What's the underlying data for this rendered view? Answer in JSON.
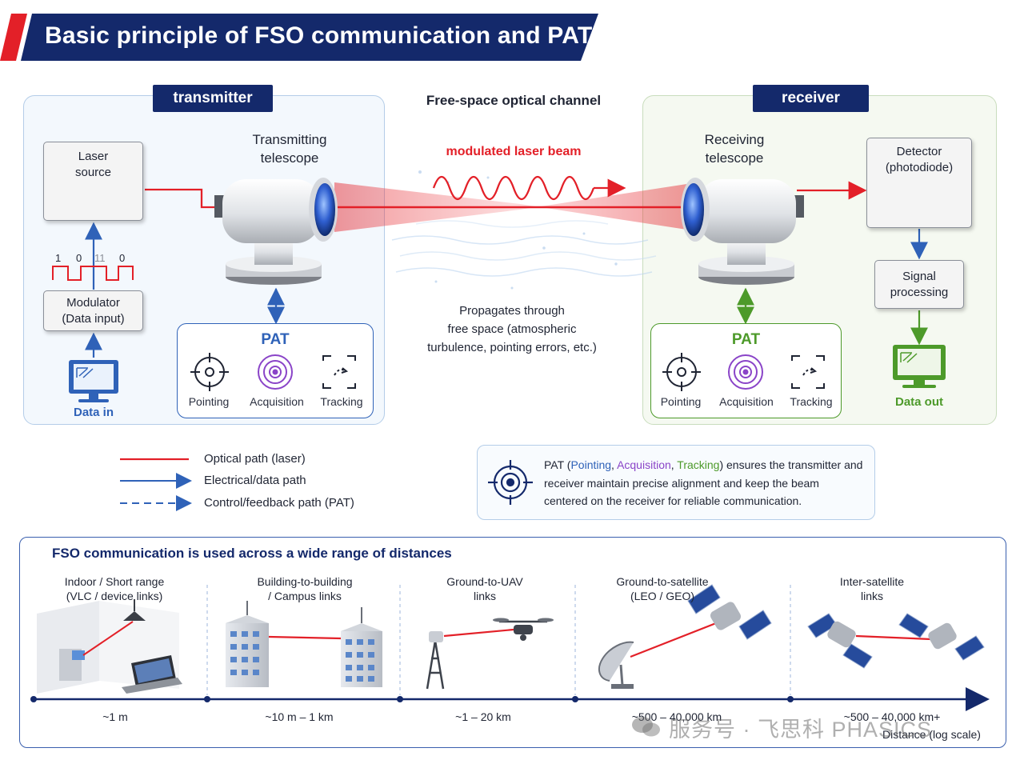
{
  "title": "Basic principle of FSO communication and PAT",
  "transmitter": {
    "tag": "transmitter",
    "laser_source": "Laser\nsource",
    "modulator": "Modulator\n(Data input)",
    "bits": [
      "1",
      "0",
      "11",
      "0"
    ],
    "data_in": "Data in",
    "telescope_label": "Transmitting\ntelescope",
    "pat": {
      "title": "PAT",
      "items": [
        "Pointing",
        "Acquisition",
        "Tracking"
      ]
    }
  },
  "channel": {
    "title": "Free-space optical channel",
    "beam_label": "modulated laser beam",
    "description": "Propagates through\nfree space (atmospheric\nturbulence, pointing errors, etc.)"
  },
  "receiver": {
    "tag": "receiver",
    "telescope_label": "Receiving\ntelescope",
    "detector": "Detector\n(photodiode)",
    "signal_processing": "Signal\nprocessing",
    "data_out": "Data out",
    "pat": {
      "title": "PAT",
      "items": [
        "Pointing",
        "Acquisition",
        "Tracking"
      ]
    }
  },
  "legend": [
    {
      "label": "Optical path (laser)",
      "color": "#e32028",
      "style": "solid"
    },
    {
      "label": "Electrical/data path",
      "color": "#2f62b8",
      "style": "arrow"
    },
    {
      "label": "Control/feedback path (PAT)",
      "color": "#2f62b8",
      "style": "dashed"
    }
  ],
  "pat_note": {
    "lead": "PAT (",
    "pointing": "Pointing",
    "sep1": ", ",
    "acquisition": "Acquisition",
    "sep2": ", ",
    "tracking": "Tracking",
    "rest": ") ensures the transmitter and receiver maintain precise alignment and keep the beam centered on the receiver for reliable communication."
  },
  "distances": {
    "heading": "FSO communication is used across a wide range of distances",
    "scenarios": [
      {
        "title": "Indoor / Short range\n(VLC / device links)",
        "distance": "~1 m"
      },
      {
        "title": "Building-to-building\n/ Campus links",
        "distance": "~10 m – 1 km"
      },
      {
        "title": "Ground-to-UAV\nlinks",
        "distance": "~1 – 20 km"
      },
      {
        "title": "Ground-to-satellite\n(LEO / GEO)",
        "distance": "~500 – 40,000 km"
      },
      {
        "title": "Inter-satellite\nlinks",
        "distance": "~500 – 40,000 km+"
      }
    ],
    "axis_label": "Distance (log scale)"
  },
  "watermark": "服务号 · 飞思科 PHASICS",
  "colors": {
    "navy": "#14296b",
    "red": "#e32028",
    "blue": "#2f62b8",
    "purple": "#8a44c8",
    "green": "#4d9a2a"
  }
}
